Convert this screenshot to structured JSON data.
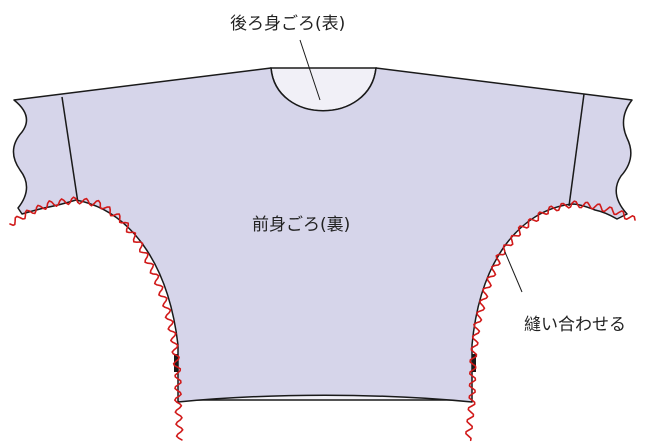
{
  "labels": {
    "back_body": "後ろ身ごろ(表)",
    "front_body": "前身ごろ(裏)",
    "sew_together": "縫い合わせる"
  },
  "colors": {
    "fabric_fill": "#d6d5ea",
    "lining_fill": "#f1f0f7",
    "outline": "#1a1a1a",
    "stitch": "#d11a1a"
  }
}
